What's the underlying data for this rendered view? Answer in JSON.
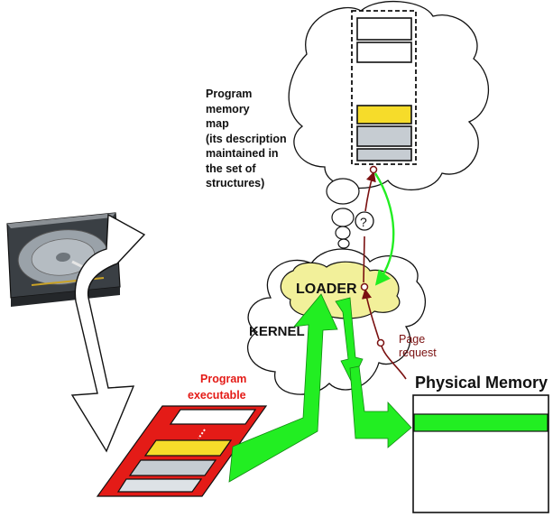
{
  "labels": {
    "memory_map": "Program\nmemory\nmap\n(its description\nmaintained in\nthe set of\nstructures)",
    "loader": "LOADER",
    "kernel": "KERNEL",
    "page_request_line1": "Page",
    "page_request_line2": "request",
    "program_executable_line1": "Program",
    "program_executable_line2": "executable",
    "physical_memory": "Physical Memory",
    "question_mark": "?"
  },
  "colors": {
    "green": "#22ee22",
    "yellow": "#f6dc2a",
    "red": "#e41b17",
    "dark_red": "#7a1010",
    "gray": "#c6ccd2"
  }
}
